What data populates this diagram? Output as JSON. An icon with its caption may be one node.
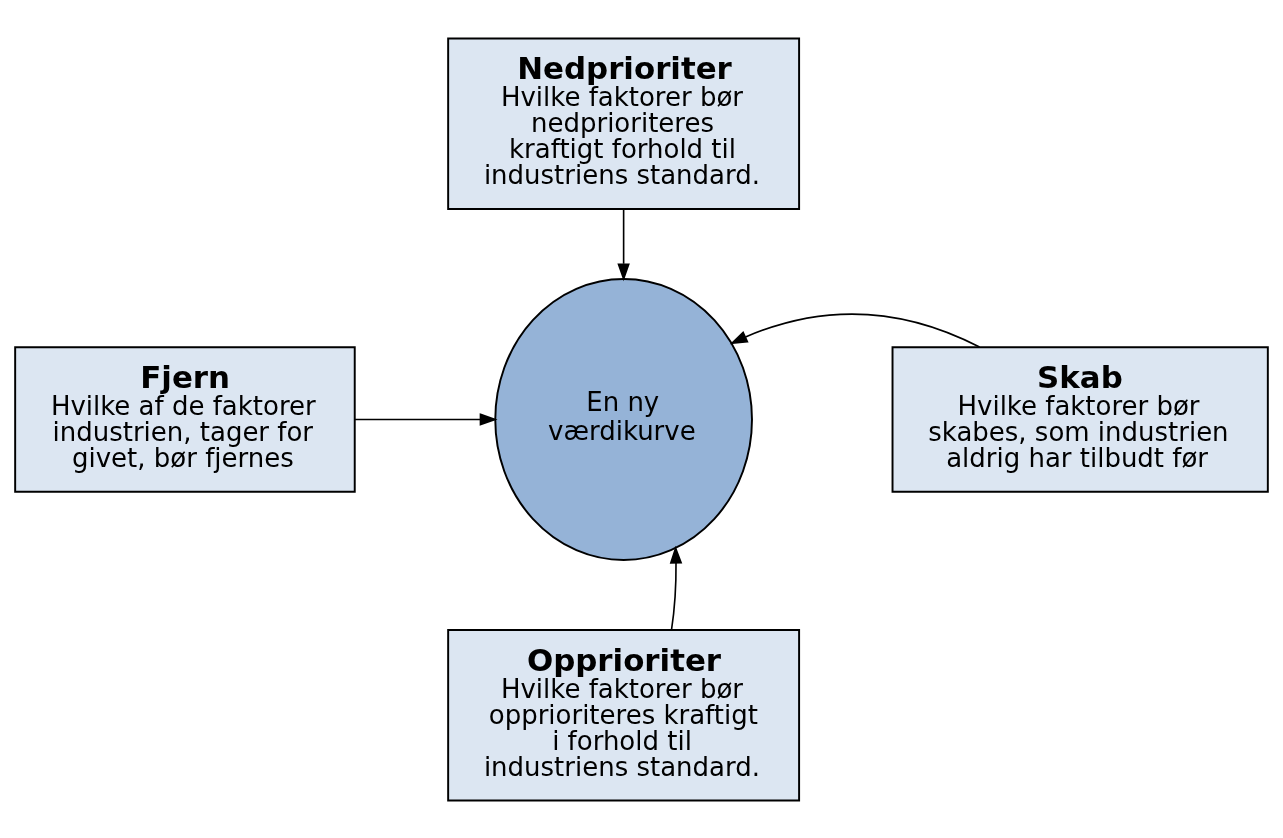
{
  "diagram": {
    "nodes": [
      {
        "text": [
          "Nedprioriter",
          "Hvilke faktorer bør nedprioriteres kraftigt forhold til industriens standard."
        ]
      },
      {
        "text": [
          "Fjern",
          "Hvilke af de faktorer industrien, tager for givet, bør fjernes"
        ]
      },
      {
        "text": [
          "En ny værdikurve"
        ]
      },
      {
        "text": [
          "Skab",
          "Hvilke faktorer bør skabes, som industrien aldrig har tilbudt før"
        ]
      },
      {
        "text": [
          "Opprioriter",
          "Hvilke faktorer bør opprioriteres kraftigt i forhold til industriens standard."
        ]
      }
    ],
    "edges": [
      {
        "from": 0,
        "to": 2,
        "arrow": "to"
      },
      {
        "from": 1,
        "to": 2,
        "arrow": "to"
      },
      {
        "from": 3,
        "to": 2,
        "arrow": "to"
      },
      {
        "from": 4,
        "to": 2,
        "arrow": "to"
      }
    ]
  }
}
